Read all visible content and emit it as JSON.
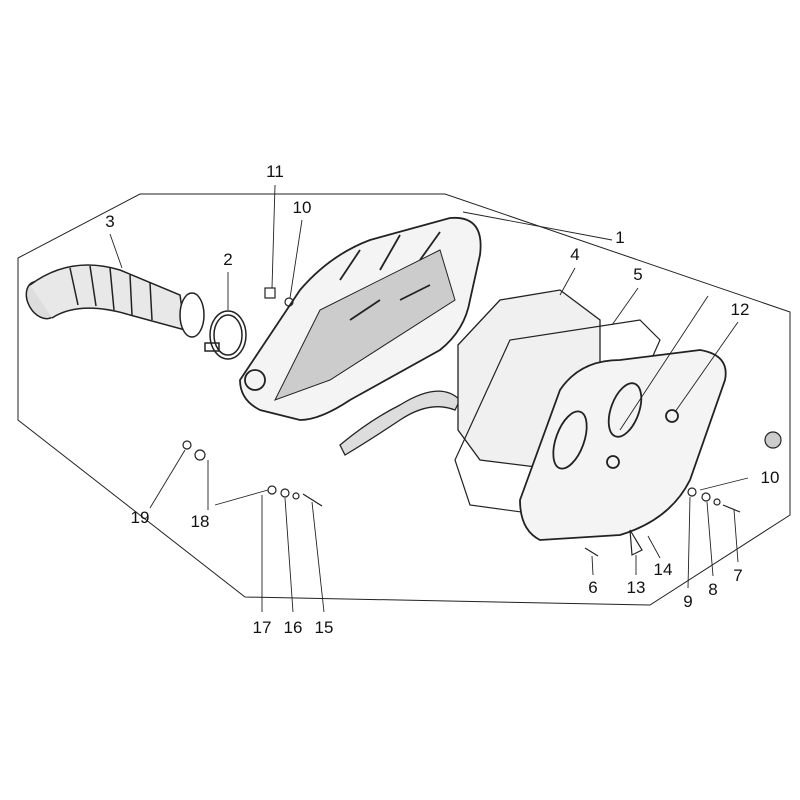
{
  "diagram": {
    "title": "Air filter assembly exploded view",
    "labels": [
      {
        "id": "p11",
        "text": "11"
      },
      {
        "id": "p10a",
        "text": "10"
      },
      {
        "id": "p3",
        "text": "3"
      },
      {
        "id": "p2",
        "text": "2"
      },
      {
        "id": "p1",
        "text": "1"
      },
      {
        "id": "p4",
        "text": "4"
      },
      {
        "id": "p5",
        "text": "5"
      },
      {
        "id": "p12",
        "text": "12"
      },
      {
        "id": "p10b",
        "text": "10"
      },
      {
        "id": "p19",
        "text": "19"
      },
      {
        "id": "p18",
        "text": "18"
      },
      {
        "id": "p17",
        "text": "17"
      },
      {
        "id": "p16",
        "text": "16"
      },
      {
        "id": "p15",
        "text": "15"
      },
      {
        "id": "p6",
        "text": "6"
      },
      {
        "id": "p13",
        "text": "13"
      },
      {
        "id": "p14",
        "text": "14"
      },
      {
        "id": "p9",
        "text": "9"
      },
      {
        "id": "p8",
        "text": "8"
      },
      {
        "id": "p7",
        "text": "7"
      }
    ]
  }
}
